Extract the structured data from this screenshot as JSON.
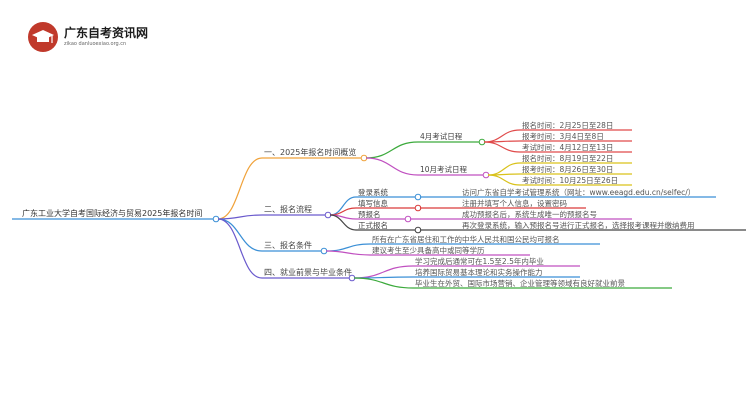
{
  "site": {
    "name": "广东自考资讯网",
    "url": "zikao danluoexiao.org.cn"
  },
  "root": "广东工业大学自考国际经济与贸易2025年报名时间",
  "branches": [
    {
      "label": "一、2025年报名时间概览",
      "color": "#f0a23a",
      "children": [
        {
          "label": "4月考试日程",
          "color": "#3caa3c",
          "children": [
            {
              "label": "报名时间：2月25日至28日",
              "color": "#e04b4b"
            },
            {
              "label": "报考时间：3月4日至8日",
              "color": "#e04b4b"
            },
            {
              "label": "考试时间：4月12日至13日",
              "color": "#e04b4b"
            }
          ]
        },
        {
          "label": "10月考试日程",
          "color": "#c050c0",
          "children": [
            {
              "label": "报名时间：8月19日至22日",
              "color": "#d9c21b"
            },
            {
              "label": "报考时间：8月26日至30日",
              "color": "#d9c21b"
            },
            {
              "label": "考试时间：10月25日至26日",
              "color": "#d9c21b"
            }
          ]
        }
      ]
    },
    {
      "label": "二、报名流程",
      "color": "#6a5acd",
      "children": [
        {
          "label": "登录系统",
          "color": "#3a8fd6",
          "children": [
            {
              "label": "访问广东省自学考试管理系统（网址：www.eeagd.edu.cn/selfec/）",
              "color": "#3a8fd6"
            }
          ]
        },
        {
          "label": "填写信息",
          "color": "#d93a3a",
          "children": [
            {
              "label": "注册并填写个人信息，设置密码",
              "color": "#d93a3a"
            }
          ]
        },
        {
          "label": "预报名",
          "color": "#c050c0",
          "children": [
            {
              "label": "成功预报名后，系统生成唯一的预报名号",
              "color": "#c050c0"
            }
          ]
        },
        {
          "label": "正式报名",
          "color": "#444444",
          "children": [
            {
              "label": "再次登录系统，输入预报名号进行正式报名，选择报考课程并缴纳费用",
              "color": "#444444"
            }
          ]
        }
      ]
    },
    {
      "label": "三、报名条件",
      "color": "#3a8fd6",
      "children": [
        {
          "label": "所有在广东省居住和工作的中华人民共和国公民均可报名",
          "color": "#3a8fd6"
        },
        {
          "label": "建议考生至少具备高中或同等学历",
          "color": "#c050c0"
        }
      ]
    },
    {
      "label": "四、就业前景与毕业条件",
      "color": "#6a5acd",
      "children": [
        {
          "label": "学习完成后通常可在1.5至2.5年内毕业",
          "color": "#c050c0"
        },
        {
          "label": "培养国际贸易基本理论和实务操作能力",
          "color": "#3a8fd6"
        },
        {
          "label": "毕业生在外贸、国际市场营销、企业管理等领域有良好就业前景",
          "color": "#3caa3c"
        }
      ]
    }
  ],
  "colors": {
    "root_line": "#3a8fd6"
  }
}
